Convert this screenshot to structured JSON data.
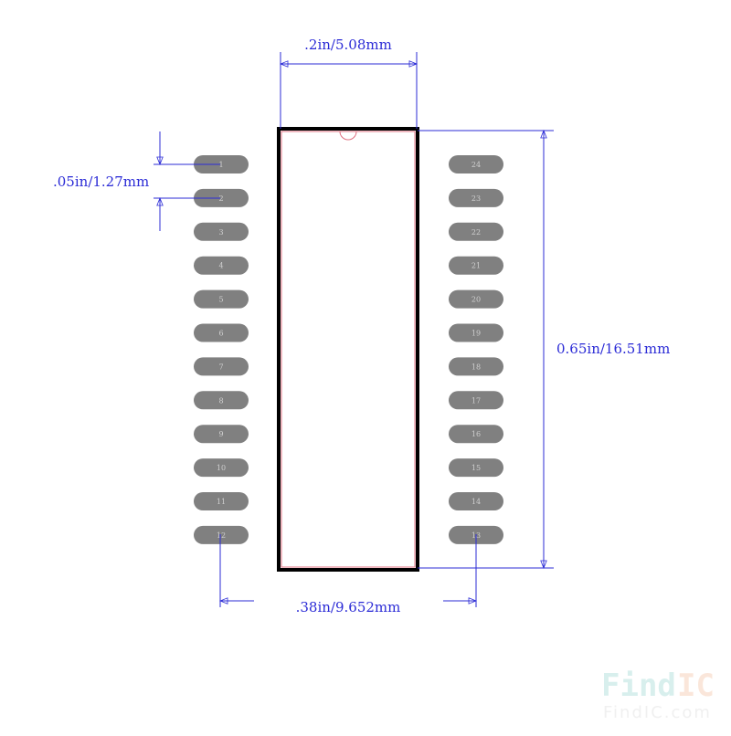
{
  "diagram": {
    "type": "ic-package-footprint",
    "pin_count": 24,
    "left_pins": [
      "1",
      "2",
      "3",
      "4",
      "5",
      "6",
      "7",
      "8",
      "9",
      "10",
      "11",
      "12"
    ],
    "right_pins": [
      "24",
      "23",
      "22",
      "21",
      "20",
      "19",
      "18",
      "17",
      "16",
      "15",
      "14",
      "13"
    ],
    "dimensions": {
      "body_width": ".2in/5.08mm",
      "pin_pitch": ".05in/1.27mm",
      "body_length": "0.65in/16.51mm",
      "row_spacing": ".38in/9.652mm"
    },
    "colors": {
      "dimension_line": "#2b2bd6",
      "body_outline": "#000000",
      "inner_outline": "#e07080",
      "pad": "#808080"
    }
  },
  "watermark": {
    "logo_part1": "Find",
    "logo_part2": "IC",
    "url": "FindIC.com"
  }
}
